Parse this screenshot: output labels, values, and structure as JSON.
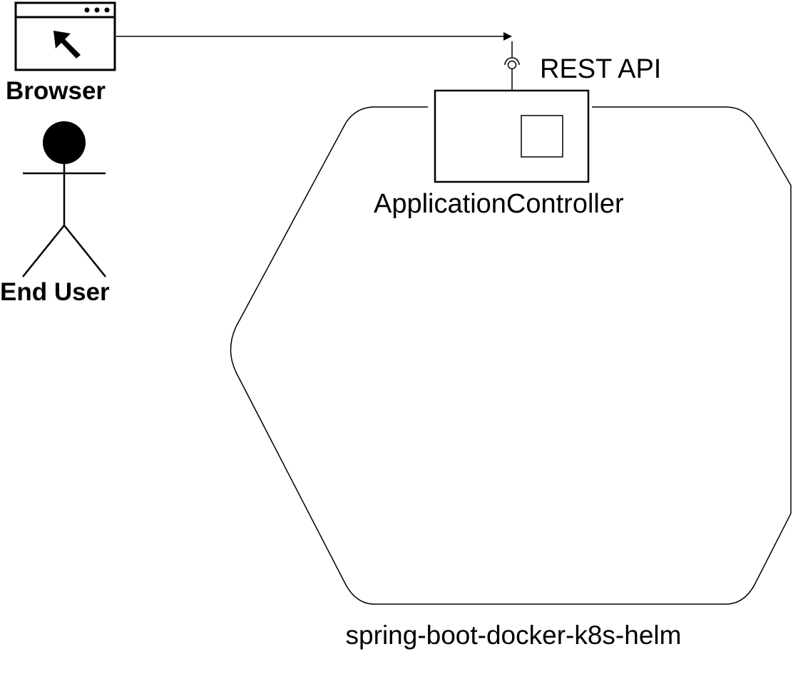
{
  "diagram": {
    "browser": {
      "label": "Browser",
      "icon": "browser-window-icon"
    },
    "end_user": {
      "label": "End User",
      "icon": "actor-stick-figure-icon"
    },
    "interface": {
      "label": "REST API",
      "icon": "provided-interface-icon"
    },
    "component": {
      "label": "ApplicationController",
      "icon": "component-icon"
    },
    "service": {
      "label": "spring-boot-docker-k8s-helm"
    },
    "edges": [
      {
        "from": "Browser",
        "to": "REST API",
        "style": "arrow"
      }
    ],
    "colors": {
      "stroke": "#000000",
      "fill": "#ffffff",
      "text": "#000000"
    }
  }
}
